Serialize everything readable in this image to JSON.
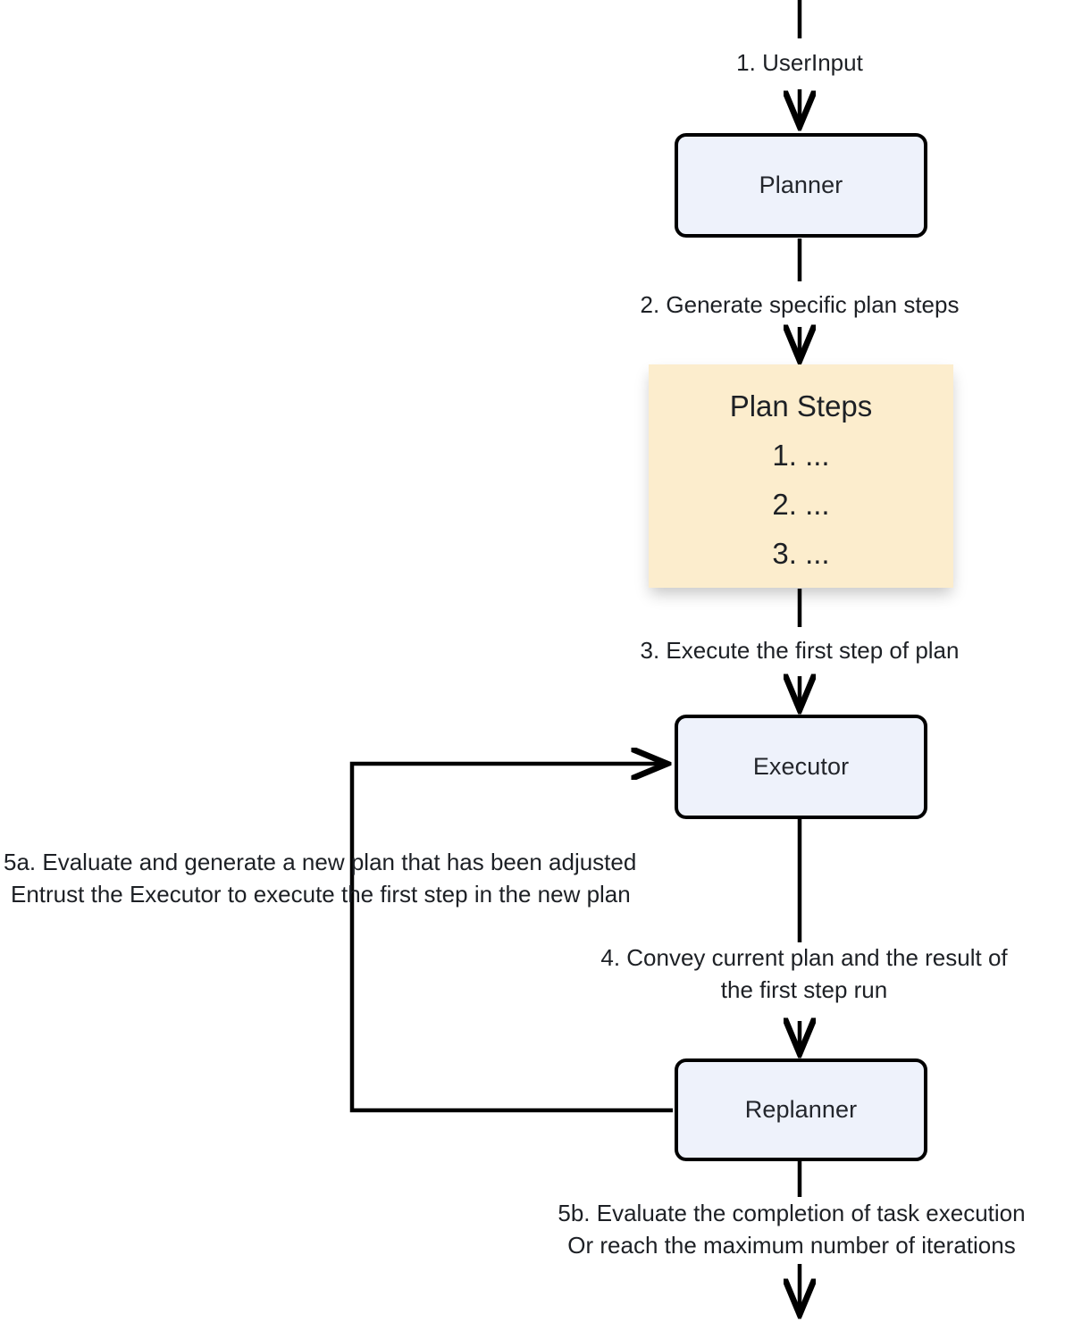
{
  "diagram": {
    "title": "Plan-and-Execute agent flow",
    "colors": {
      "process_fill": "#eef2fb",
      "process_stroke": "#000000",
      "note_fill": "#fcedcd",
      "text": "#1d2025",
      "edge": "#000000",
      "background": "#ffffff"
    },
    "nodes": {
      "planner": {
        "label": "Planner",
        "type": "process"
      },
      "plan_steps": {
        "type": "note",
        "title": "Plan Steps",
        "steps": [
          "1. ...",
          "2. ...",
          "3. ..."
        ]
      },
      "executor": {
        "label": "Executor",
        "type": "process"
      },
      "replanner": {
        "label": "Replanner",
        "type": "process"
      }
    },
    "edges": {
      "user_input": "1. UserInput",
      "generate_plan": "2. Generate specific plan steps",
      "execute_first_step": "3. Execute the first step of plan",
      "convey_result_line1": "4. Convey current plan and the result of",
      "convey_result_line2": "the first step run",
      "replan_line1": "5a. Evaluate and generate a new plan that has been adjusted",
      "replan_line2": "Entrust the Executor to execute the first step in the new plan",
      "finish_line1": "5b. Evaluate the completion of task execution",
      "finish_line2": "Or reach the maximum number of iterations"
    }
  }
}
